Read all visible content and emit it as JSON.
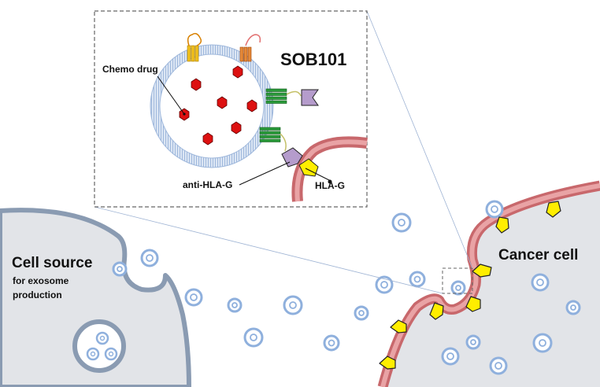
{
  "title": "SOB101",
  "labels": {
    "chemo_drug": "Chemo drug",
    "anti_hla_g": "anti-HLA-G",
    "hla_g": "HLA-G",
    "cell_source": "Cell source",
    "cell_source_sub_1": "for exosome",
    "cell_source_sub_2": "production",
    "cancer_cell": "Cancer cell"
  },
  "colors": {
    "cell_fill": "#e2e4e8",
    "cell_border": "#8a9bb2",
    "cancer_border": "#c8686c",
    "cancer_border_light": "#e9a3a5",
    "exosome_ring": "#8fb0dd",
    "drug": "#dd1111",
    "hla_g": "#ffee00",
    "antibody": "#b59ccc",
    "receptor_green": "#2a9a3a"
  },
  "icons": [
    "exosome-icon",
    "chemo-drug-icon",
    "antibody-icon",
    "hla-g-icon",
    "receptor-icon"
  ]
}
